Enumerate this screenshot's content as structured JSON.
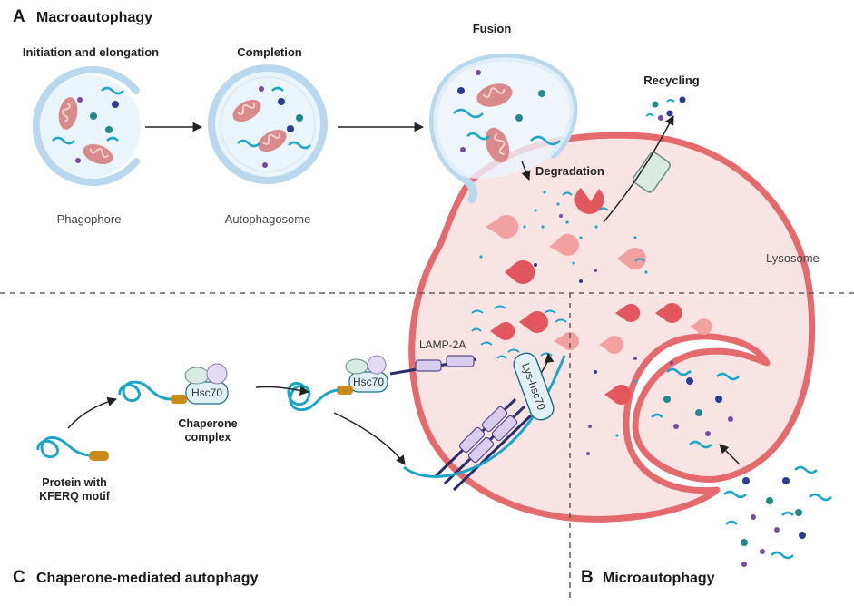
{
  "panels": {
    "a": {
      "letter": "A",
      "title": "Macroautophagy"
    },
    "b": {
      "letter": "B",
      "title": "Microautophagy"
    },
    "c": {
      "letter": "C",
      "title": "Chaperone-mediated autophagy"
    }
  },
  "stages": {
    "initiation": "Initiation and elongation",
    "completion": "Completion",
    "fusion": "Fusion",
    "recycling": "Recycling",
    "degradation": "Degradation"
  },
  "structures": {
    "phagophore": "Phagophore",
    "autophagosome": "Autophagosome",
    "lysosome": "Lysosome",
    "lamp2a": "LAMP-2A",
    "lys_hsc70": "Lys-hsc70",
    "hsc70": "Hsc70"
  },
  "cma": {
    "substrate_line1": "Protein with",
    "substrate_line2": "KFERQ motif",
    "complex_line1": "Chaperone",
    "complex_line2": "complex"
  },
  "colors": {
    "membrane_blue": "#b9d8ee",
    "lysosome_fill": "#f9e4e4",
    "lysosome_membrane": "#e46a6e",
    "protein_cyan": "#1aa6c9",
    "enzyme_red": "#e2565e",
    "enzyme_pink": "#f2a1a1",
    "mitochondria": "#d98a8a",
    "lamp2a": "#d9cdef",
    "kferq_motif": "#c98a1a",
    "chaperone_green": "#d7ebe3"
  },
  "icons": [
    "phagophore-icon",
    "autophagosome-icon",
    "mitochondrion-icon",
    "lysosome-icon",
    "lysosomal-enzyme-icon",
    "transporter-icon",
    "lamp2a-receptor-icon",
    "hsc70-chaperone-icon",
    "unfolded-protein-icon"
  ]
}
